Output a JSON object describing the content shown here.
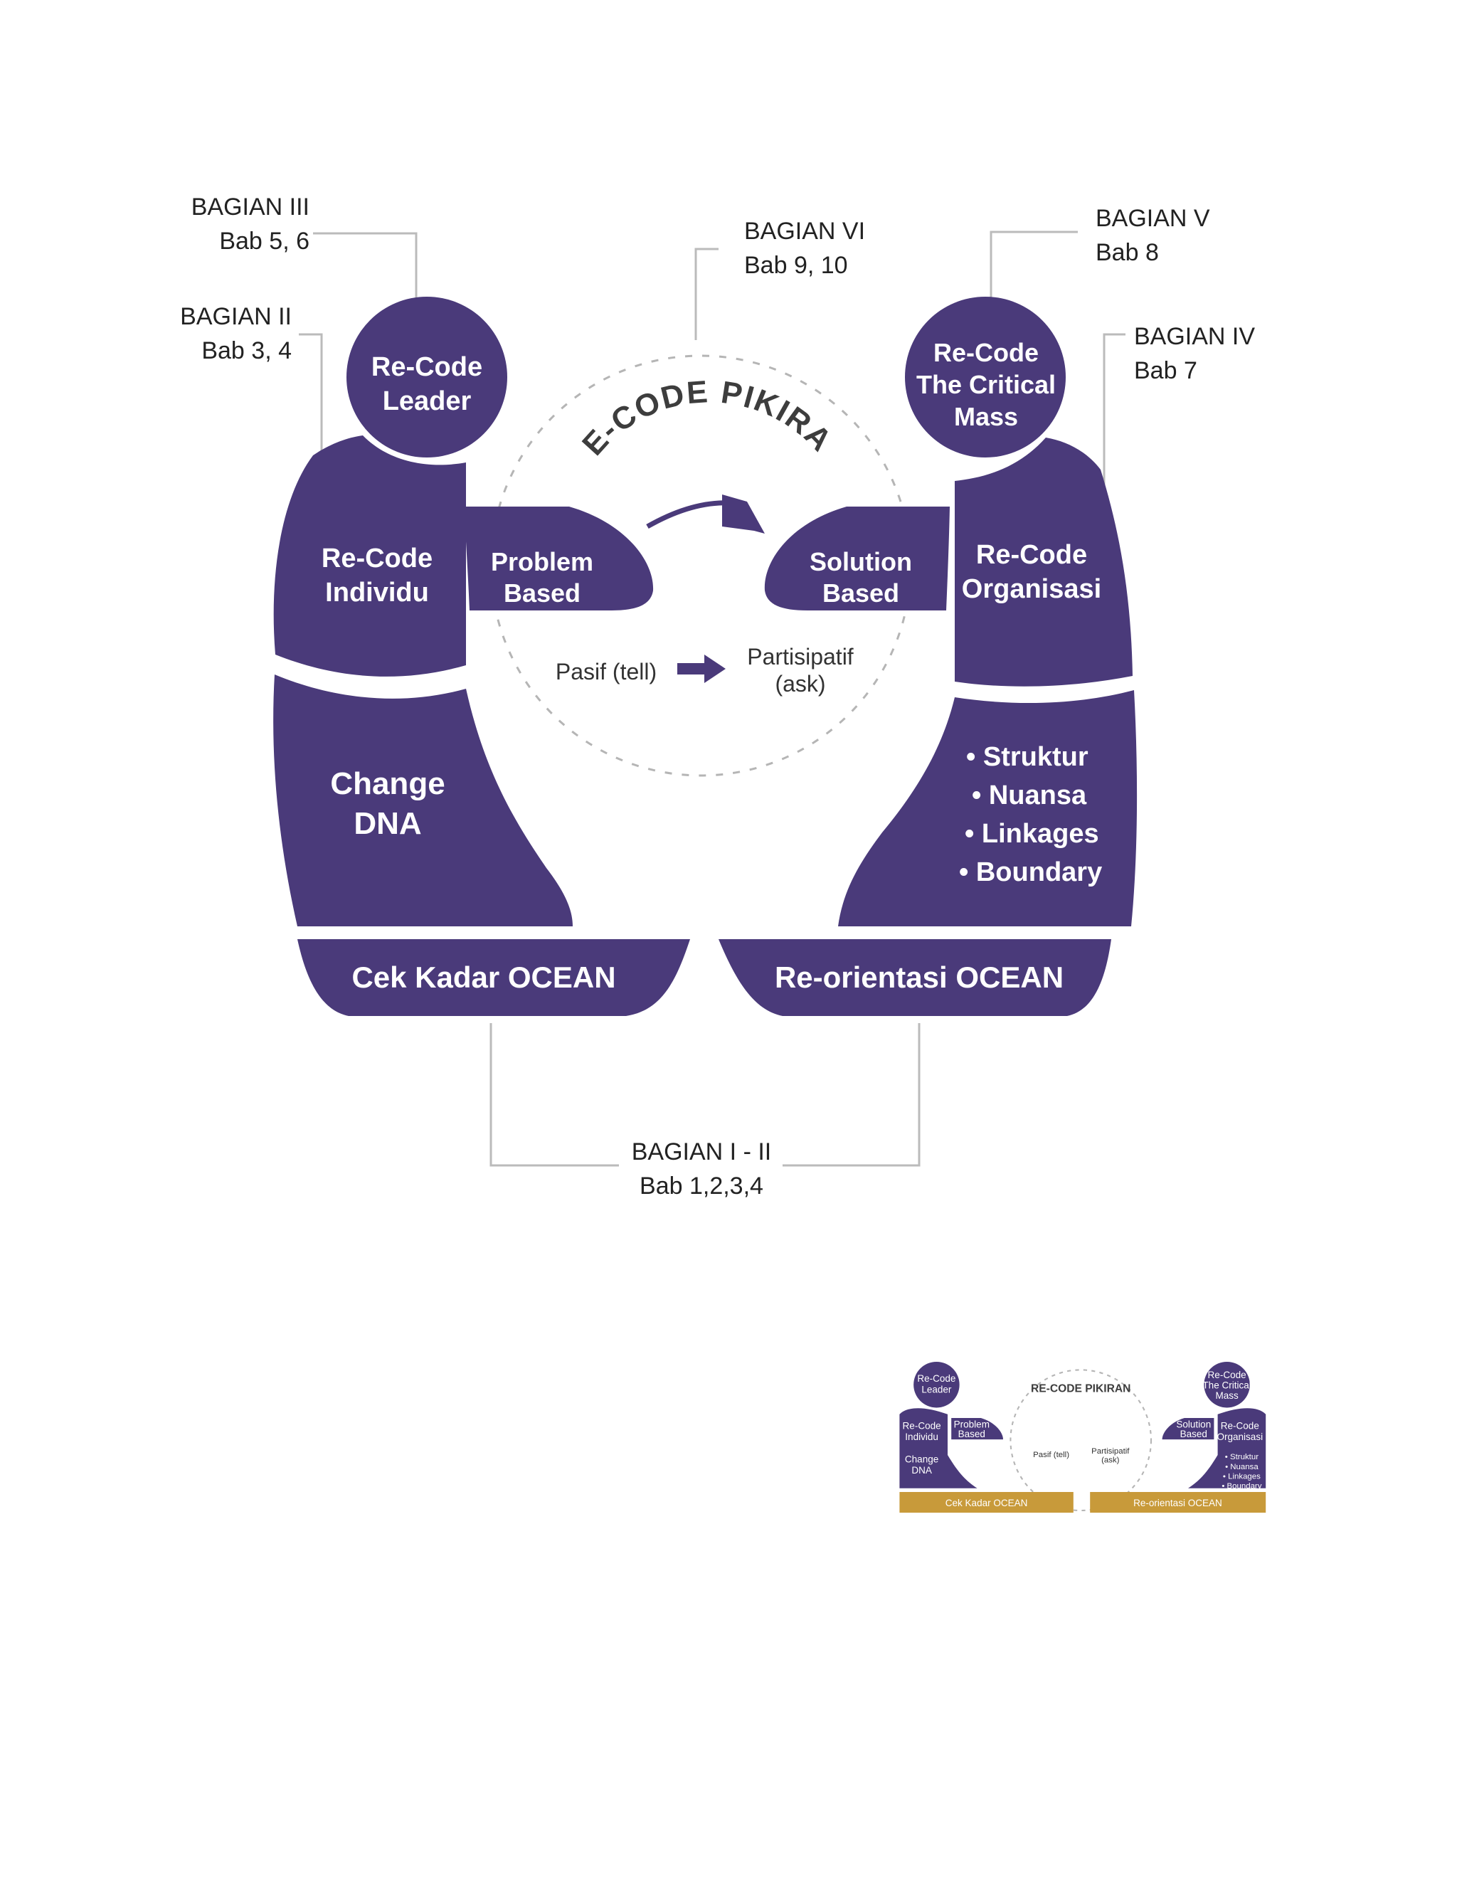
{
  "colors": {
    "shape_fill": "#4a3a7a",
    "text_on_shape": "#ffffff",
    "label_text": "#222222",
    "connector": "#bbbbbb",
    "gold_band": "#c89a3a"
  },
  "labels": {
    "bagian3": {
      "title": "BAGIAN III",
      "bab": "Bab 5, 6"
    },
    "bagian2": {
      "title": "BAGIAN II",
      "bab": "Bab 3, 4"
    },
    "bagian6": {
      "title": "BAGIAN VI",
      "bab": "Bab 9, 10"
    },
    "bagian5": {
      "title": "BAGIAN V",
      "bab": "Bab 8"
    },
    "bagian4": {
      "title": "BAGIAN IV",
      "bab": "Bab 7"
    },
    "bagian1": {
      "title": "BAGIAN I - II",
      "bab": "Bab 1,2,3,4"
    }
  },
  "diagram": {
    "cycle_title": "RE-CODE PIKIRAN",
    "leader": [
      "Re-Code",
      "Leader"
    ],
    "critical_mass": [
      "Re-Code",
      "The Critical",
      "Mass"
    ],
    "individu": [
      "Re-Code",
      "Individu"
    ],
    "change_dna": [
      "Change",
      "DNA"
    ],
    "organisasi": [
      "Re-Code",
      "Organisasi"
    ],
    "problem_based": [
      "Problem",
      "Based"
    ],
    "solution_based": [
      "Solution",
      "Based"
    ],
    "pasif": "Pasif (tell)",
    "partisipatif": [
      "Partisipatif",
      "(ask)"
    ],
    "bullets": [
      "• Struktur",
      "• Nuansa",
      "• Linkages",
      "• Boundary"
    ],
    "cek_kadar": "Cek Kadar OCEAN",
    "reorientasi": "Re-orientasi OCEAN"
  }
}
